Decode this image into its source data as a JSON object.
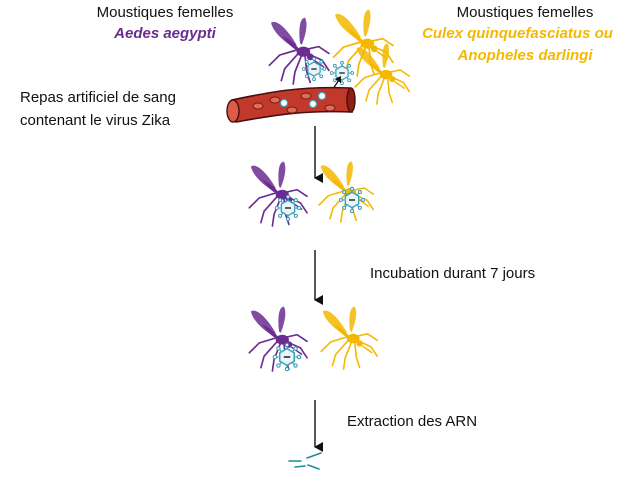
{
  "left_group": {
    "title": "Moustiques femelles",
    "species": "Aedes aegypti",
    "color": "#6a2c91"
  },
  "right_group": {
    "title": "Moustiques femelles",
    "species_line1": "Culex quinquefasciatus ou",
    "species_line2": "Anopheles darlingi",
    "color": "#f5b800"
  },
  "steps": {
    "blood_meal_line1": "Repas artificiel de sang",
    "blood_meal_line2": "contenant le virus Zika",
    "incubation": "Incubation durant 7 jours",
    "extraction": "Extraction des ARN"
  },
  "colors": {
    "vessel": "#c0392b",
    "virus": "#3a9fb8",
    "rna": "#1f8a9e",
    "arrow": "#111111"
  },
  "icons": {
    "mosquito": "mosquito-icon",
    "virus": "zika-virus-icon",
    "vessel": "blood-vessel-icon",
    "rna": "rna-strands-icon"
  }
}
